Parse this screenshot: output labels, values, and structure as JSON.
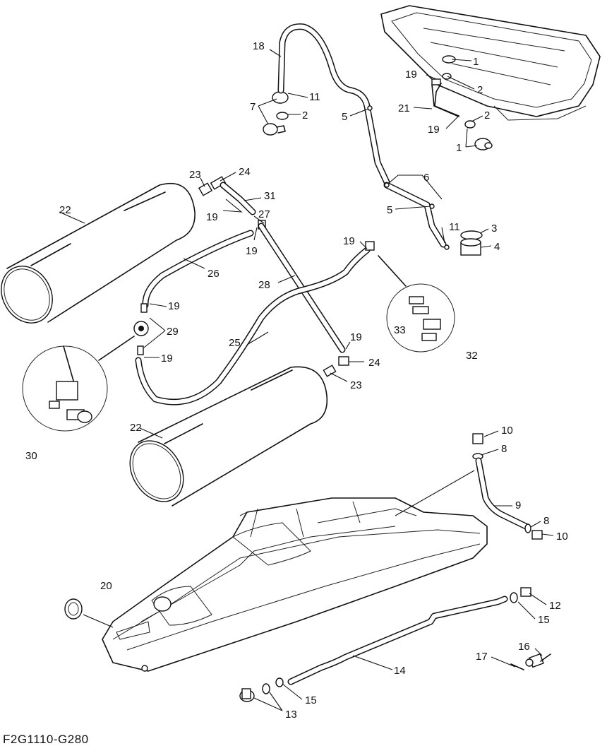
{
  "diagram_code": "F2G1110-G280",
  "callouts": {
    "c1a": "1",
    "c1b": "1",
    "c2a": "2",
    "c2b": "2",
    "c2c": "2",
    "c3": "3",
    "c4": "4",
    "c5a": "5",
    "c5b": "5",
    "c6": "6",
    "c7": "7",
    "c8a": "8",
    "c8b": "8",
    "c9": "9",
    "c10a": "10",
    "c10b": "10",
    "c11a": "11",
    "c11b": "11",
    "c12": "12",
    "c13": "13",
    "c14": "14",
    "c15a": "15",
    "c15b": "15",
    "c16": "16",
    "c17": "17",
    "c18": "18",
    "c19a": "19",
    "c19b": "19",
    "c19c": "19",
    "c19d": "19",
    "c19e": "19",
    "c19f": "19",
    "c19g": "19",
    "c19h": "19",
    "c20": "20",
    "c21": "21",
    "c22a": "22",
    "c22b": "22",
    "c23a": "23",
    "c23b": "23",
    "c24a": "24",
    "c24b": "24",
    "c25": "25",
    "c26": "26",
    "c27": "27",
    "c28": "28",
    "c29": "29",
    "c30": "30",
    "c31": "31",
    "c32": "32",
    "c33": "33"
  }
}
